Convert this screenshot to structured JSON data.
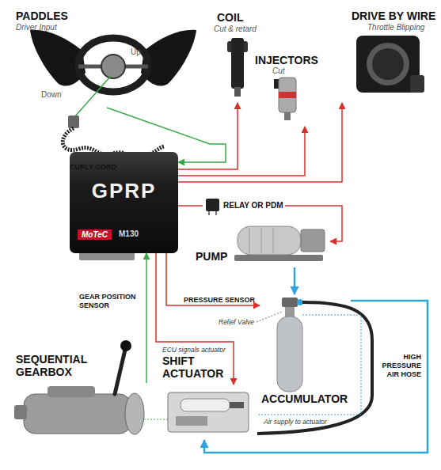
{
  "diagram": {
    "nodes": [
      {
        "text": [
          "PADDLES",
          "Driver Input"
        ]
      },
      {
        "text": [
          "COIL",
          "Cut & retard"
        ]
      },
      {
        "text": [
          "DRIVE BY WIRE",
          "Throttle Blipping"
        ]
      },
      {
        "text": [
          "INJECTORS",
          "Cut"
        ]
      },
      {
        "text": [
          "GPRP",
          "MoTeC",
          "M130"
        ]
      },
      {
        "text": [
          "RELAY OR PDM"
        ]
      },
      {
        "text": [
          "PUMP"
        ]
      },
      {
        "text": [
          "ACCUMULATOR"
        ]
      },
      {
        "text": [
          "SEQUENTIAL GEARBOX"
        ]
      },
      {
        "text": [
          "SHIFT ACTUATOR"
        ]
      }
    ],
    "edges": [
      {
        "from": 0,
        "to": 4,
        "arrow": "to",
        "label": "CURLY CORD"
      },
      {
        "from": 4,
        "to": 1,
        "arrow": "to"
      },
      {
        "from": 4,
        "to": 3,
        "arrow": "to"
      },
      {
        "from": 4,
        "to": 2,
        "arrow": "to"
      },
      {
        "from": 4,
        "to": 5,
        "arrow": "none"
      },
      {
        "from": 5,
        "to": 6,
        "arrow": "to"
      },
      {
        "from": 6,
        "to": 7,
        "arrow": "to"
      },
      {
        "from": 4,
        "to": 7,
        "arrow": "to",
        "label": "PRESSURE SENSOR"
      },
      {
        "from": 4,
        "to": 9,
        "arrow": "to",
        "label": "ECU signals actuator"
      },
      {
        "from": 8,
        "to": 4,
        "arrow": "to",
        "label": "GEAR POSITION SENSOR"
      },
      {
        "from": 7,
        "to": 9,
        "arrow": "to",
        "label": "HIGH PRESSURE AIR HOSE"
      }
    ],
    "labels": [
      "Down",
      "Up",
      "Relief Valve",
      "Air supply to actuator"
    ]
  }
}
